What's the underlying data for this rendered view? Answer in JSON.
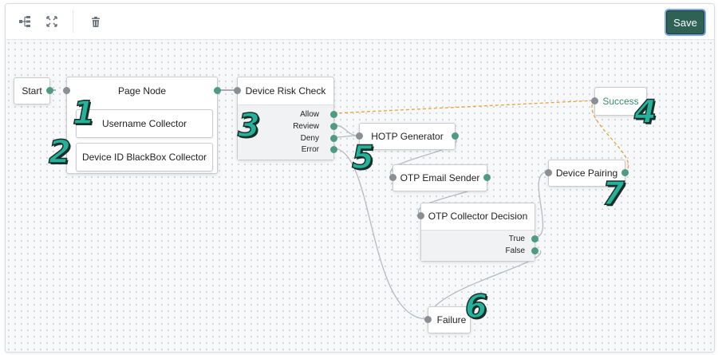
{
  "toolbar": {
    "save_label": "Save",
    "icons": [
      "tree-layout-icon",
      "fit-screen-icon",
      "trash-icon"
    ]
  },
  "nodes": {
    "start": {
      "label": "Start"
    },
    "page_node": {
      "label": "Page Node",
      "children": [
        "Username Collector",
        "Device ID BlackBox Collector"
      ]
    },
    "device_risk": {
      "label": "Device Risk Check",
      "outcomes": [
        "Allow",
        "Review",
        "Deny",
        "Error"
      ]
    },
    "success": {
      "label": "Success"
    },
    "hotp": {
      "label": "HOTP Generator"
    },
    "otp_email": {
      "label": "OTP Email Sender"
    },
    "otp_decision": {
      "label": "OTP Collector Decision",
      "outcomes": [
        "True",
        "False"
      ]
    },
    "device_pairing": {
      "label": "Device Pairing"
    },
    "failure": {
      "label": "Failure"
    }
  },
  "callouts": [
    "1",
    "2",
    "3",
    "4",
    "5",
    "6",
    "7"
  ],
  "colors": {
    "save_bg": "#2f6155",
    "success_text": "#3d8a72",
    "callout": "#24b29a",
    "port_out": "#4f9a83",
    "port_in": "#8a8f95",
    "success_wire": "#e9a23b"
  }
}
